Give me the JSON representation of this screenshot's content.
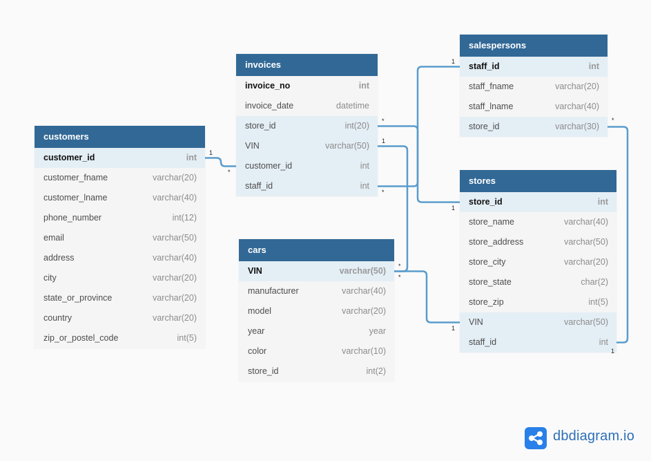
{
  "tables": [
    {
      "id": "invoices",
      "title": "invoices",
      "columns": [
        {
          "name": "invoice_no",
          "type": "int",
          "pk": true
        },
        {
          "name": "invoice_date",
          "type": "datetime"
        },
        {
          "name": "store_id",
          "type": "int(20)",
          "ref": true
        },
        {
          "name": "VIN",
          "type": "varchar(50)",
          "ref": true
        },
        {
          "name": "customer_id",
          "type": "int",
          "ref": true
        },
        {
          "name": "staff_id",
          "type": "int",
          "ref": true
        }
      ]
    },
    {
      "id": "customers",
      "title": "customers",
      "columns": [
        {
          "name": "customer_id",
          "type": "int",
          "pk": true,
          "ref": true
        },
        {
          "name": "customer_fname",
          "type": "varchar(20)"
        },
        {
          "name": "customer_lname",
          "type": "varchar(40)"
        },
        {
          "name": "phone_number",
          "type": "int(12)"
        },
        {
          "name": "email",
          "type": "varchar(50)"
        },
        {
          "name": "address",
          "type": "varchar(40)"
        },
        {
          "name": "city",
          "type": "varchar(20)"
        },
        {
          "name": "state_or_province",
          "type": "varchar(20)"
        },
        {
          "name": "country",
          "type": "varchar(20)"
        },
        {
          "name": "zip_or_postel_code",
          "type": "int(5)"
        }
      ]
    },
    {
      "id": "cars",
      "title": "cars",
      "columns": [
        {
          "name": "VIN",
          "type": "varchar(50)",
          "pk": true,
          "ref": true
        },
        {
          "name": "manufacturer",
          "type": "varchar(40)"
        },
        {
          "name": "model",
          "type": "varchar(20)"
        },
        {
          "name": "year",
          "type": "year"
        },
        {
          "name": "color",
          "type": "varchar(10)"
        },
        {
          "name": "store_id",
          "type": "int(2)"
        }
      ]
    },
    {
      "id": "salespersons",
      "title": "salespersons",
      "columns": [
        {
          "name": "staff_id",
          "type": "int",
          "pk": true,
          "ref": true
        },
        {
          "name": "staff_fname",
          "type": "varchar(20)"
        },
        {
          "name": "staff_lname",
          "type": "varchar(40)"
        },
        {
          "name": "store_id",
          "type": "varchar(30)",
          "ref": true
        }
      ]
    },
    {
      "id": "stores",
      "title": "stores",
      "columns": [
        {
          "name": "store_id",
          "type": "int",
          "pk": true,
          "ref": true
        },
        {
          "name": "store_name",
          "type": "varchar(40)"
        },
        {
          "name": "store_address",
          "type": "varchar(50)"
        },
        {
          "name": "store_city",
          "type": "varchar(20)"
        },
        {
          "name": "store_state",
          "type": "char(2)"
        },
        {
          "name": "store_zip",
          "type": "int(5)"
        },
        {
          "name": "VIN",
          "type": "varchar(50)",
          "ref": true
        },
        {
          "name": "staff_id",
          "type": "int",
          "ref": true
        }
      ]
    }
  ],
  "relationships": [
    {
      "from": "invoices.customer_id",
      "from_card": "*",
      "to": "customers.customer_id",
      "to_card": "1"
    },
    {
      "from": "invoices.staff_id",
      "from_card": "*",
      "to": "salespersons.staff_id",
      "to_card": "1"
    },
    {
      "from": "invoices.store_id",
      "from_card": "*",
      "to": "stores.store_id",
      "to_card": "1"
    },
    {
      "from": "invoices.VIN",
      "from_card": "1",
      "to": "cars.VIN",
      "to_card": "*"
    },
    {
      "from": "cars.VIN",
      "from_card": "*",
      "to": "stores.VIN",
      "to_card": "1"
    },
    {
      "from": "salespersons.store_id",
      "from_card": "*",
      "to": "stores.staff_id",
      "to_card": "1"
    }
  ],
  "colors": {
    "header": "#316896",
    "link": "#5a9ccc",
    "row": "#f5f5f5",
    "ref_row": "#e4eef5"
  },
  "brand": {
    "name": "dbdiagram.io",
    "icon": "share-nodes-icon"
  }
}
